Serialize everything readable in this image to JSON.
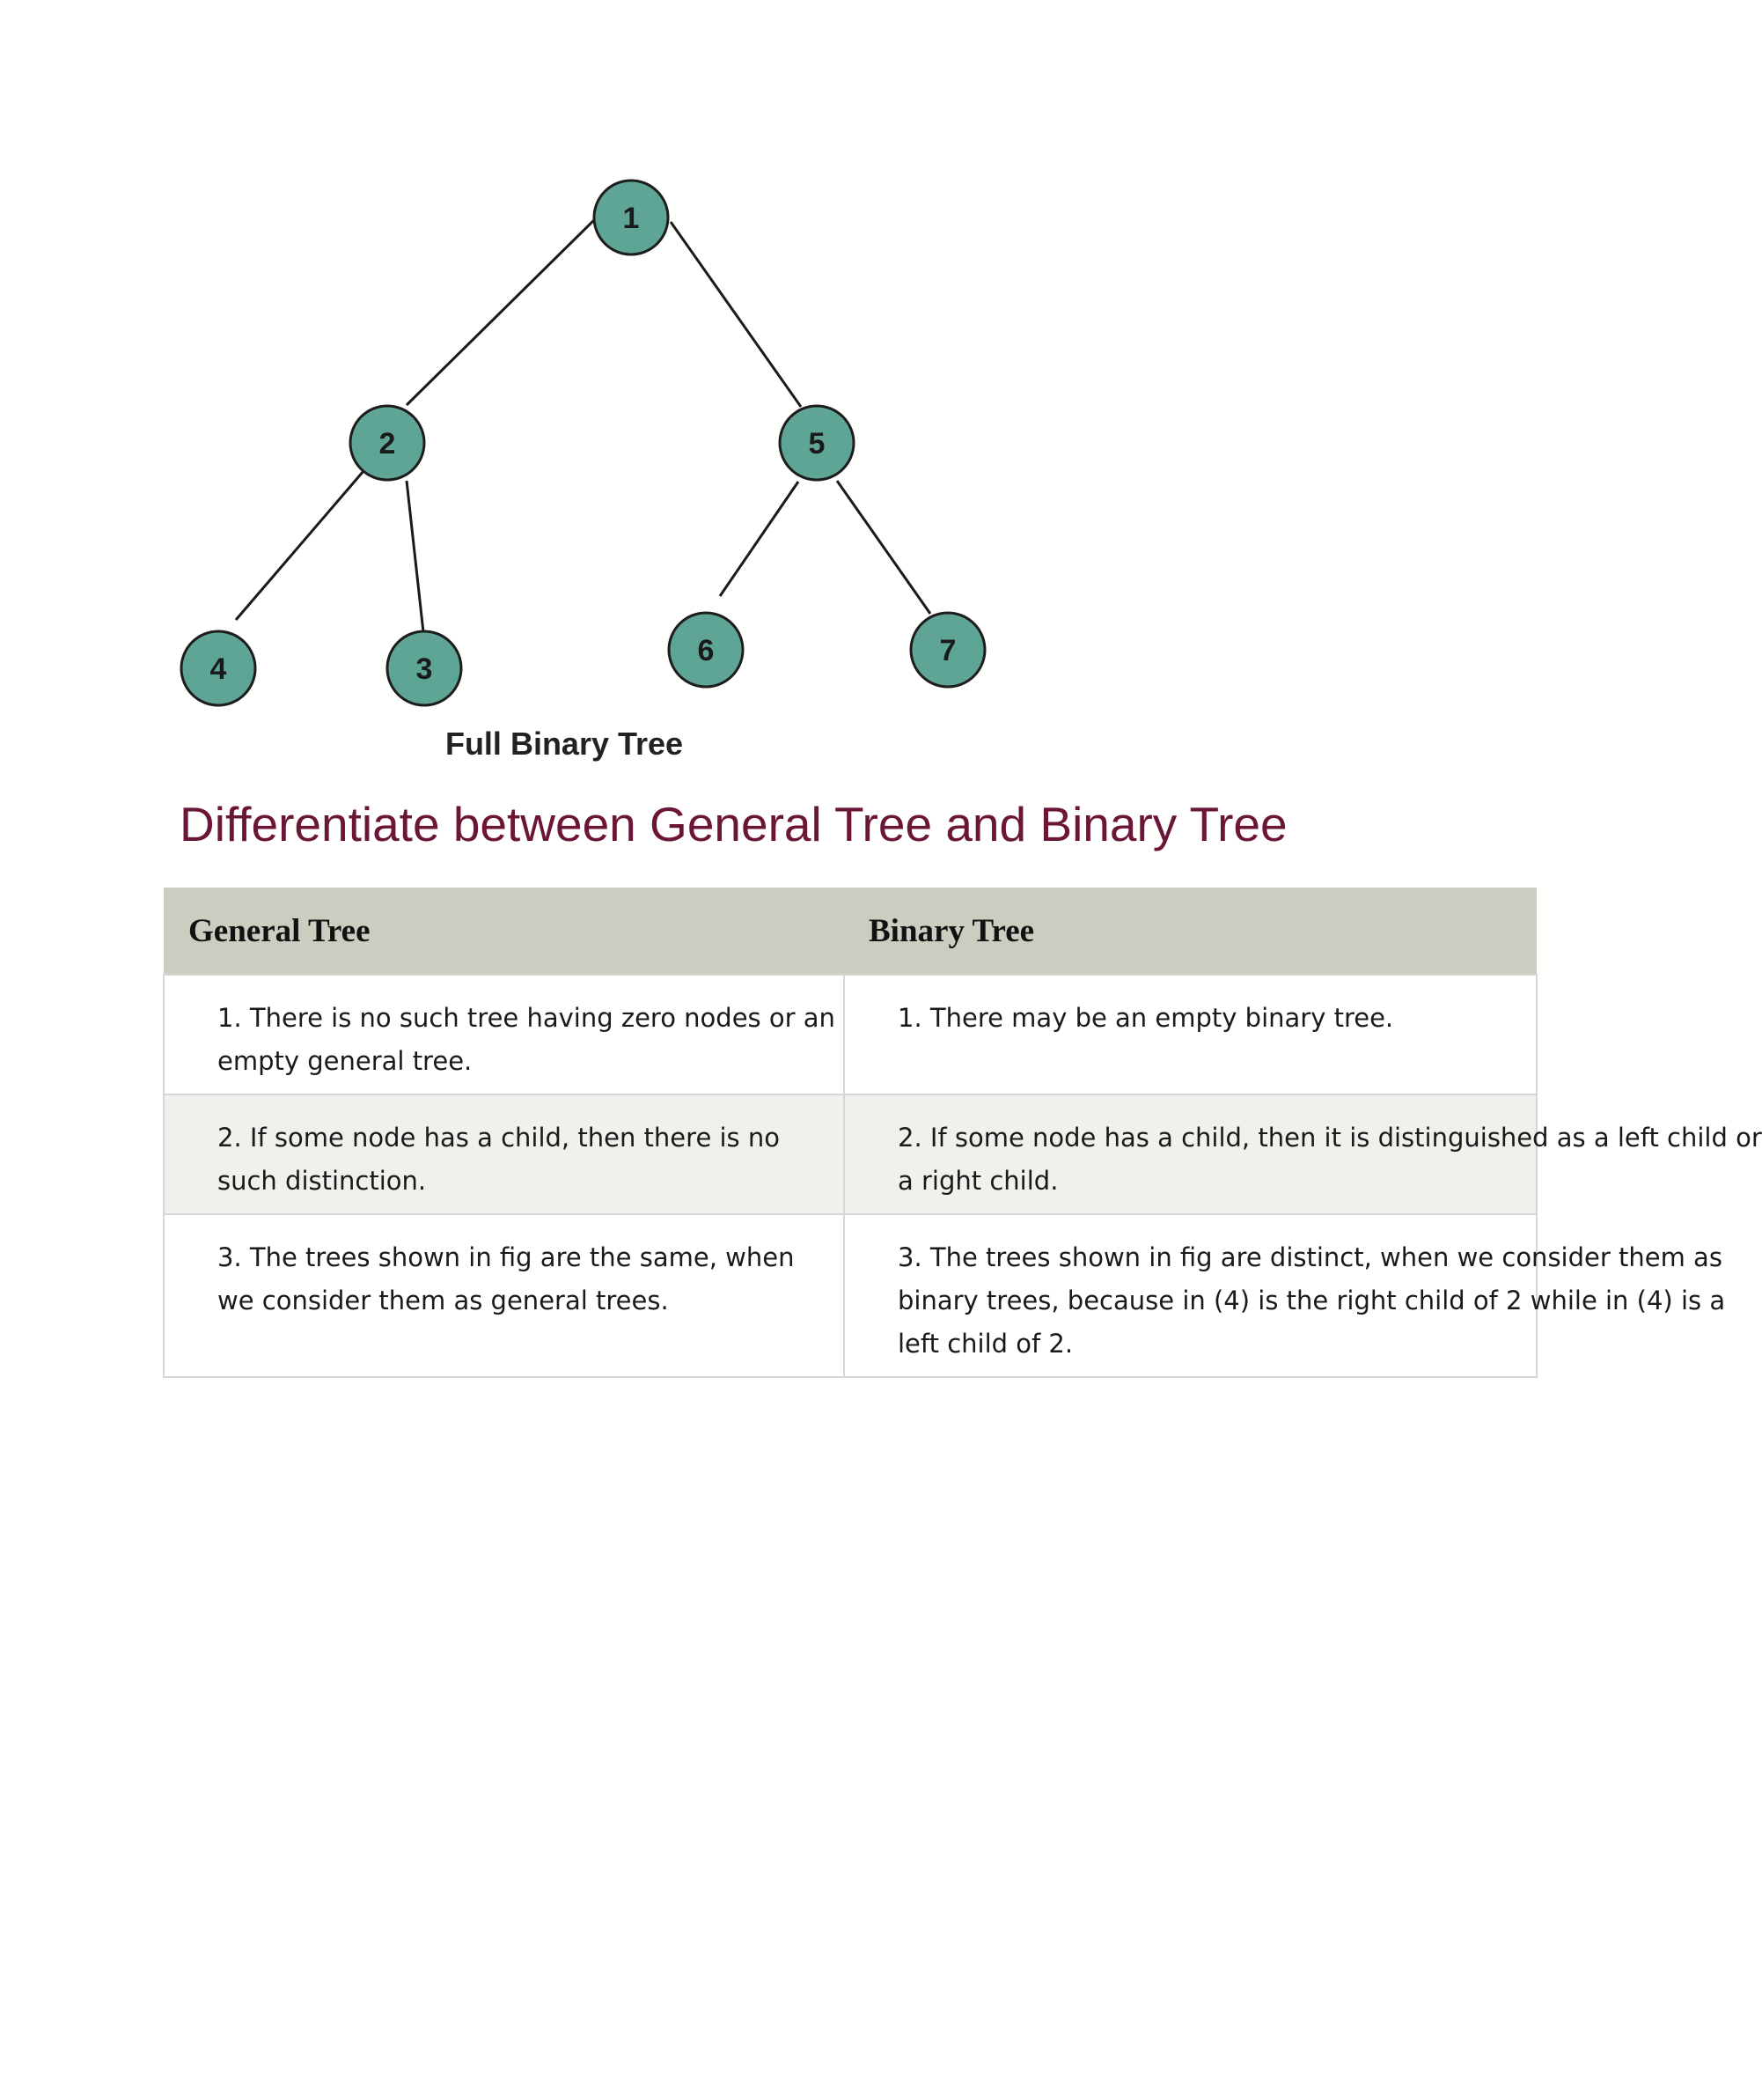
{
  "figure": {
    "caption": "Full Binary Tree",
    "node_color": "#5fa596",
    "nodes": [
      {
        "id": "n1",
        "label": "1"
      },
      {
        "id": "n2",
        "label": "2"
      },
      {
        "id": "n5",
        "label": "5"
      },
      {
        "id": "n4",
        "label": "4"
      },
      {
        "id": "n3",
        "label": "3"
      },
      {
        "id": "n6",
        "label": "6"
      },
      {
        "id": "n7",
        "label": "7"
      }
    ],
    "edges": [
      {
        "from": "1",
        "to": "2"
      },
      {
        "from": "1",
        "to": "5"
      },
      {
        "from": "2",
        "to": "4"
      },
      {
        "from": "2",
        "to": "3"
      },
      {
        "from": "5",
        "to": "6"
      },
      {
        "from": "5",
        "to": "7"
      }
    ]
  },
  "section": {
    "heading": "Differentiate between General Tree and Binary Tree",
    "heading_color": "#6b1538"
  },
  "table": {
    "header_color": "#cbcdc0",
    "headers": [
      "General Tree",
      "Binary Tree"
    ],
    "rows": [
      {
        "general": [
          "1. There is no such tree having zero nodes or an",
          "empty general tree."
        ],
        "binary": [
          "1. There may be an empty binary tree."
        ]
      },
      {
        "general": [
          "2. If some node has a child, then there is no",
          "such distinction."
        ],
        "binary": [
          "2. If some node has a child, then it is distinguished as a left child or",
          "a right child."
        ]
      },
      {
        "general": [
          "3. The trees shown in fig are the same, when",
          "we consider them as general trees."
        ],
        "binary": [
          "3. The trees shown in fig are distinct, when we consider them as",
          "binary trees, because in (4) is the right child of 2 while in (4) is a",
          "left child of 2."
        ]
      }
    ]
  }
}
